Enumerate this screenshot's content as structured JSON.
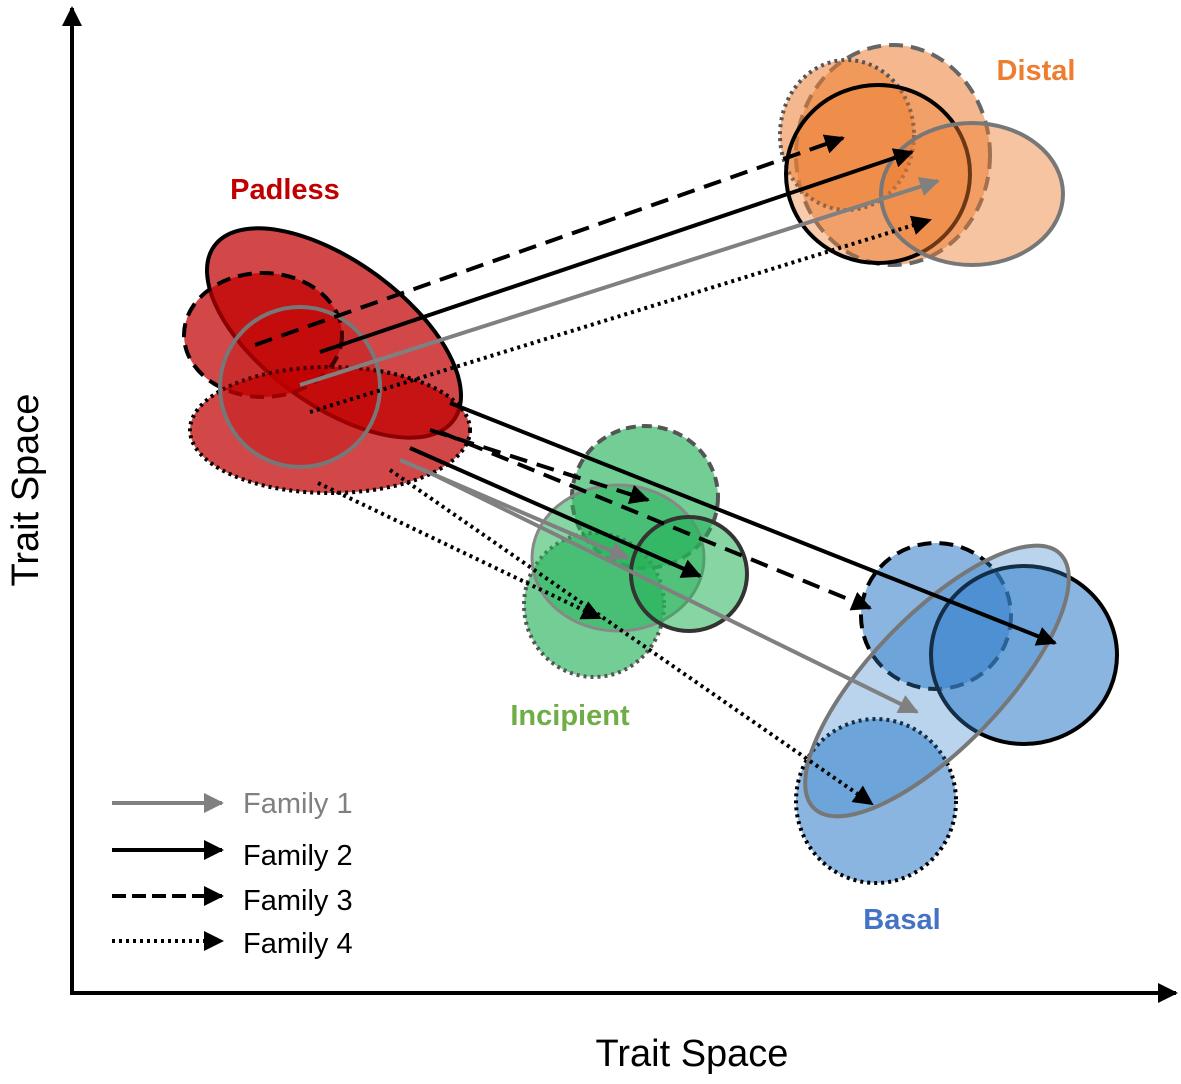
{
  "axes": {
    "x_label": "Trait Space",
    "y_label": "Trait Space"
  },
  "groups": [
    {
      "id": "padless",
      "label": "Padless",
      "color": "#c00000",
      "fill": "#c00000"
    },
    {
      "id": "distal",
      "label": "Distal",
      "color": "#ed7d31",
      "fill": "#ed7d31"
    },
    {
      "id": "incipient",
      "label": "Incipient",
      "color": "#70ad47",
      "fill": "#27b35a"
    },
    {
      "id": "basal",
      "label": "Basal",
      "color": "#4472c4",
      "fill": "#3a84cc"
    }
  ],
  "legend": [
    {
      "label": "Family 1",
      "style": "solid",
      "color": "#808080"
    },
    {
      "label": "Family 2",
      "style": "solid",
      "color": "#000000"
    },
    {
      "label": "Family 3",
      "style": "dashed",
      "color": "#000000"
    },
    {
      "label": "Family 4",
      "style": "dotted",
      "color": "#000000"
    }
  ]
}
